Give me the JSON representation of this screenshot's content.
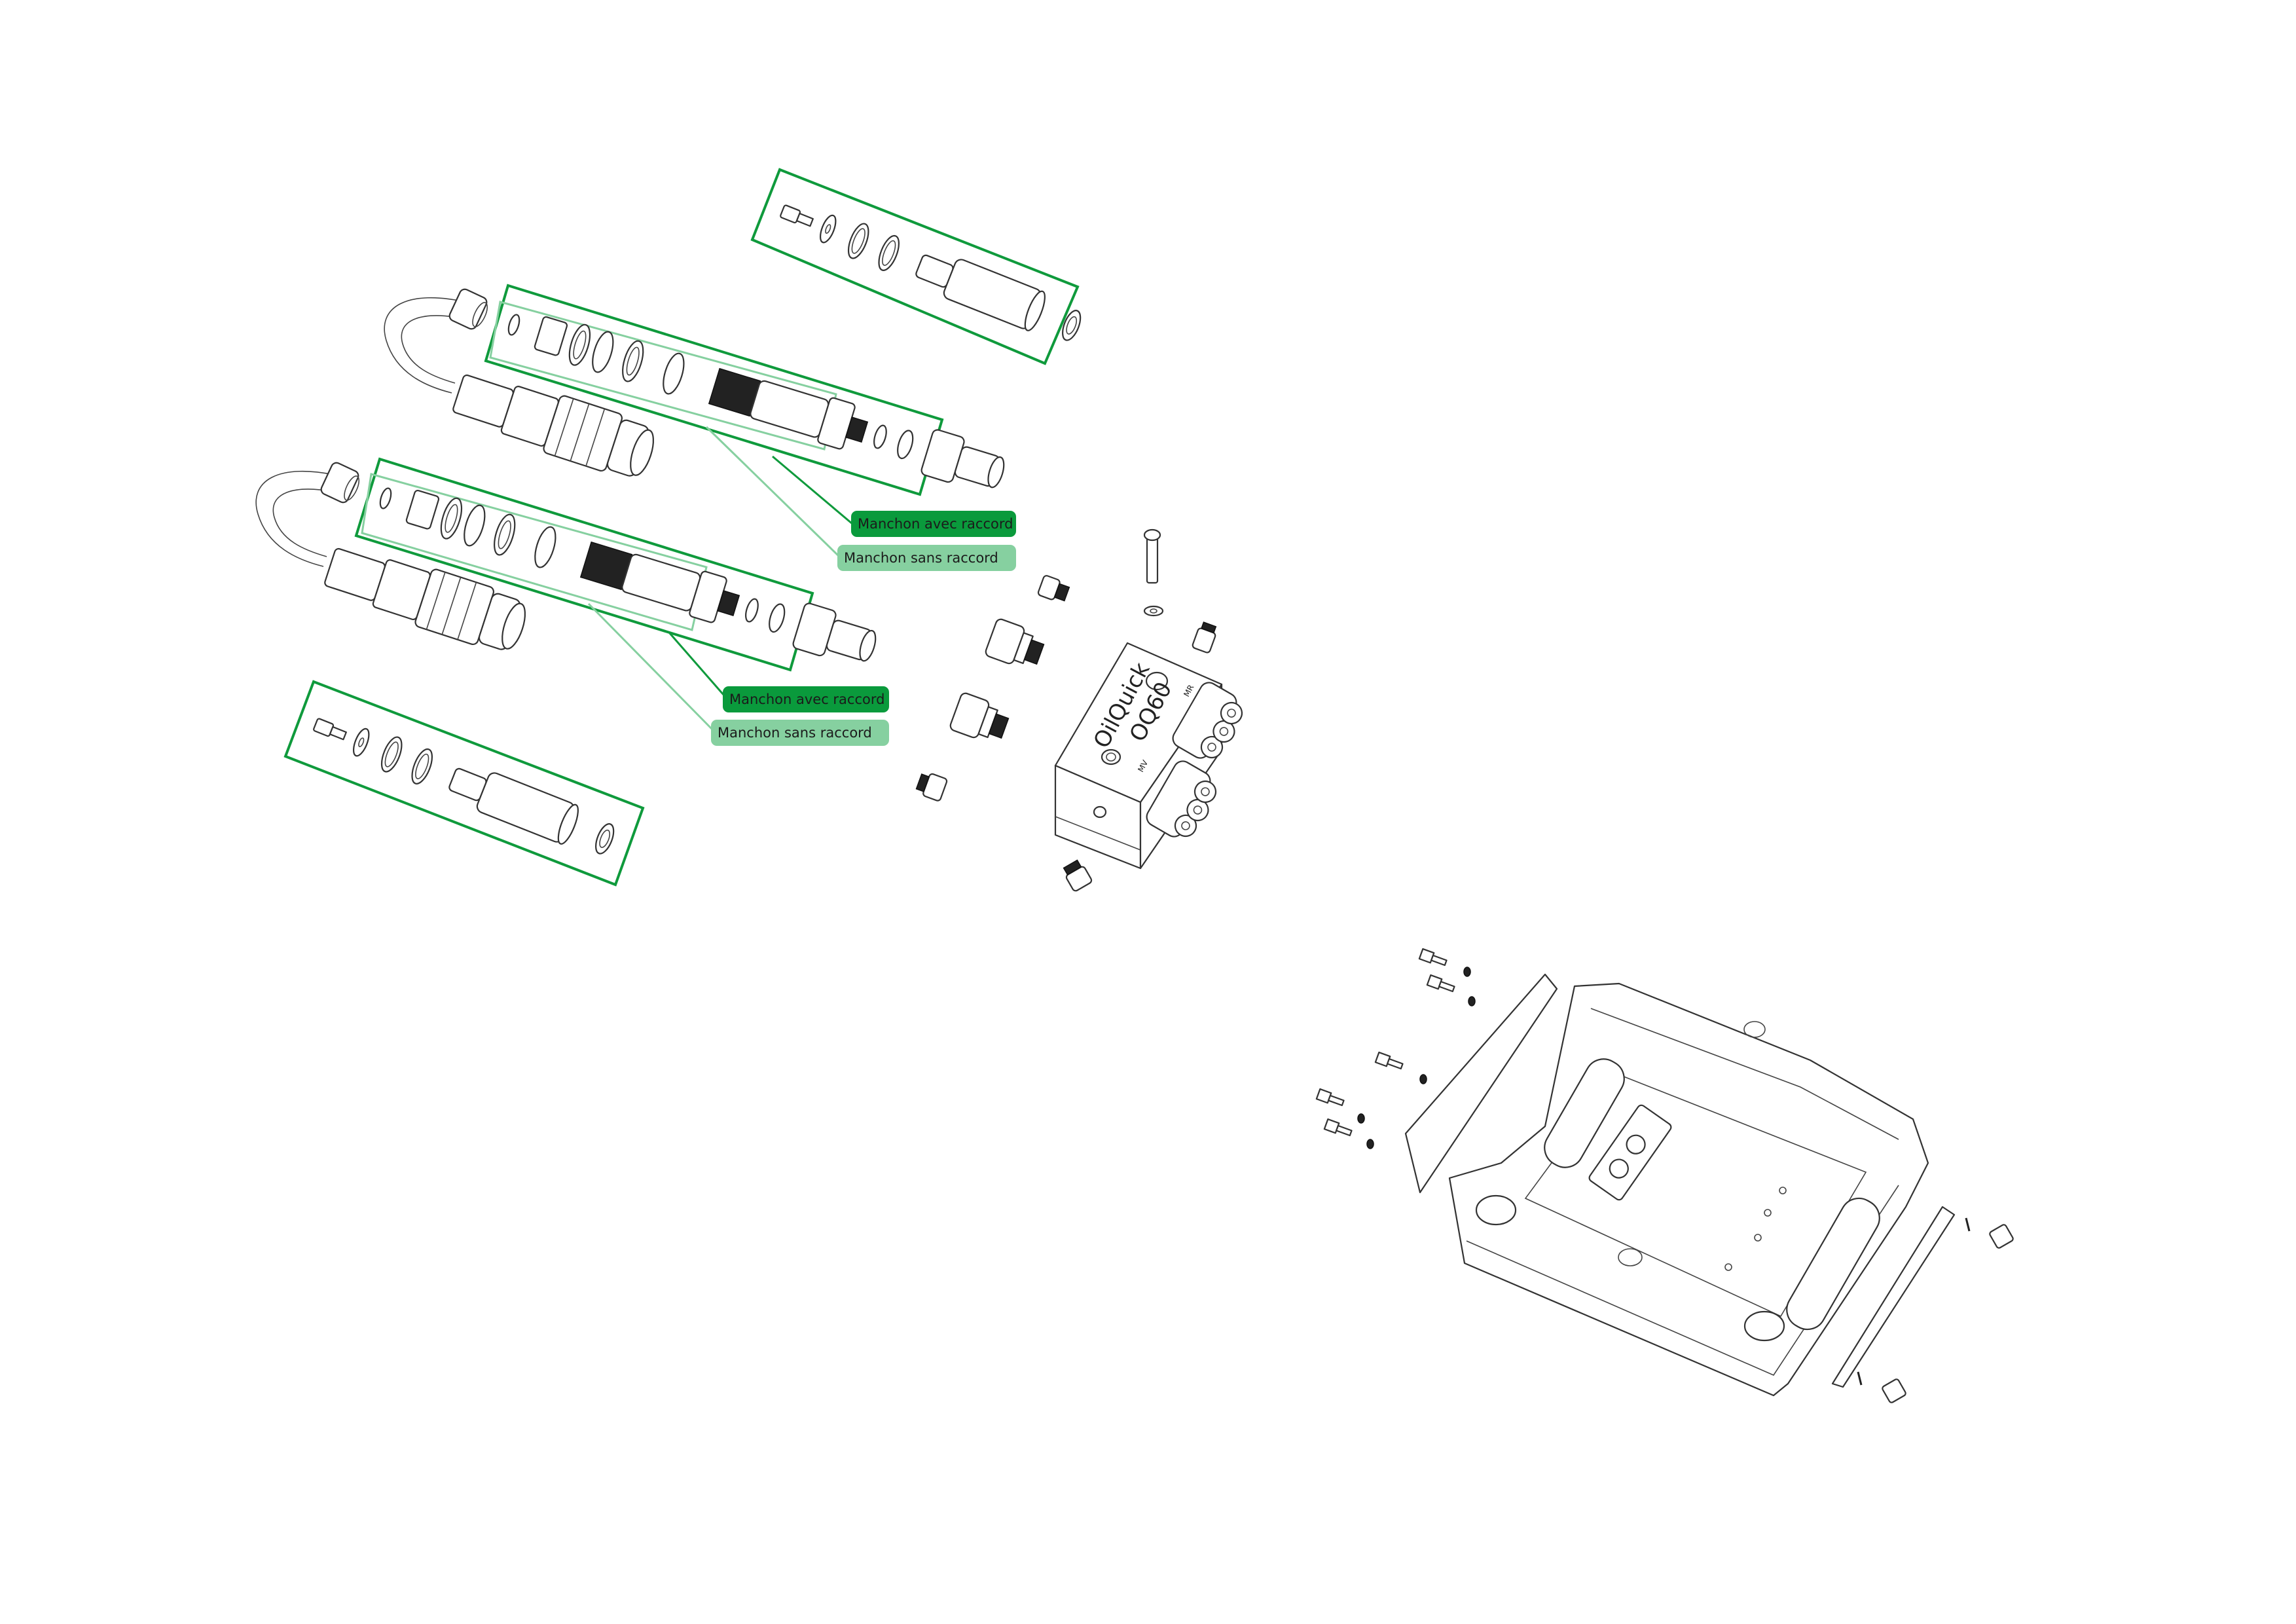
{
  "diagram": {
    "type": "exploded-parts-view",
    "callouts": [
      {
        "text": "Manchon avec raccord",
        "style": "dark"
      },
      {
        "text": "Manchon sans raccord",
        "style": "light"
      },
      {
        "text": "Manchon avec raccord",
        "style": "dark"
      },
      {
        "text": "Manchon sans raccord",
        "style": "light"
      }
    ],
    "block": {
      "brand": "OilQuick",
      "model": "OQ60",
      "port_left": "MV",
      "port_right": "MR"
    },
    "colors": {
      "dark_green": "#0a9a3c",
      "light_green": "#86d0a0",
      "line_art": "#333333"
    }
  }
}
